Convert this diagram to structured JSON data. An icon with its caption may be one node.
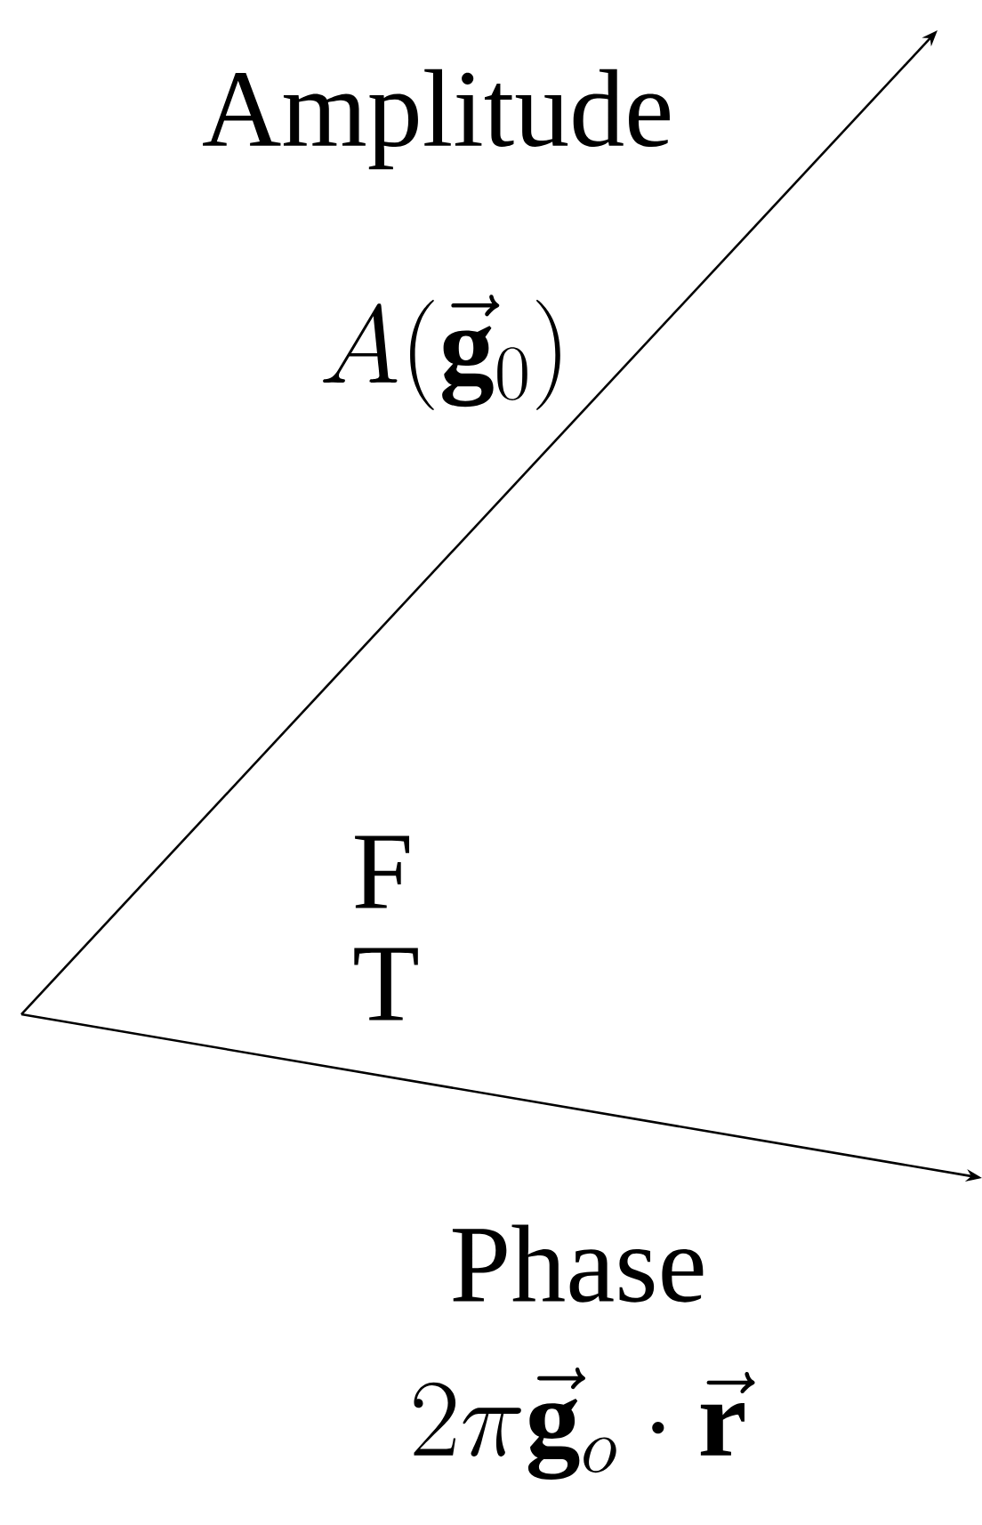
{
  "diagram": {
    "labels": [
      "Amplitude",
      "A(\\vec{\\mathbf{g}}_0)",
      "F",
      "T",
      "Phase",
      "2\\pi\\vec{\\mathbf{g}}_{o}\\cdot\\vec{\\mathbf{r}}"
    ]
  }
}
